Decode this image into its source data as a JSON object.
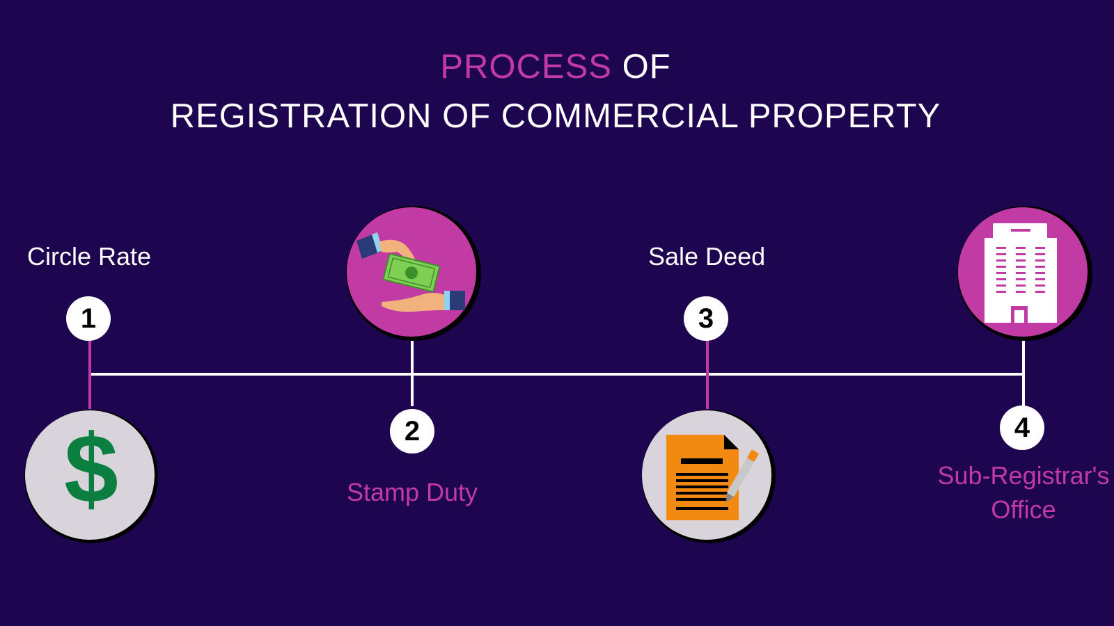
{
  "title": {
    "line1_accent": "PROCESS",
    "line1_rest": " OF",
    "line2": "REGISTRATION OF COMMERCIAL PROPERTY"
  },
  "colors": {
    "background": "#1e0550",
    "accent_pink": "#c23aa4",
    "line_white": "#ffffff",
    "icon_circle_grey": "#d9d4dc",
    "dollar_green": "#0a7f3f",
    "document_orange": "#f28a12"
  },
  "steps": [
    {
      "number": "1",
      "label": "Circle Rate",
      "icon": "dollar-icon"
    },
    {
      "number": "2",
      "label": "Stamp Duty",
      "icon": "money-exchange-icon"
    },
    {
      "number": "3",
      "label": "Sale Deed",
      "icon": "document-pen-icon"
    },
    {
      "number": "4",
      "label_line1": "Sub-Registrar's",
      "label_line2": "Office",
      "icon": "office-building-icon"
    }
  ]
}
